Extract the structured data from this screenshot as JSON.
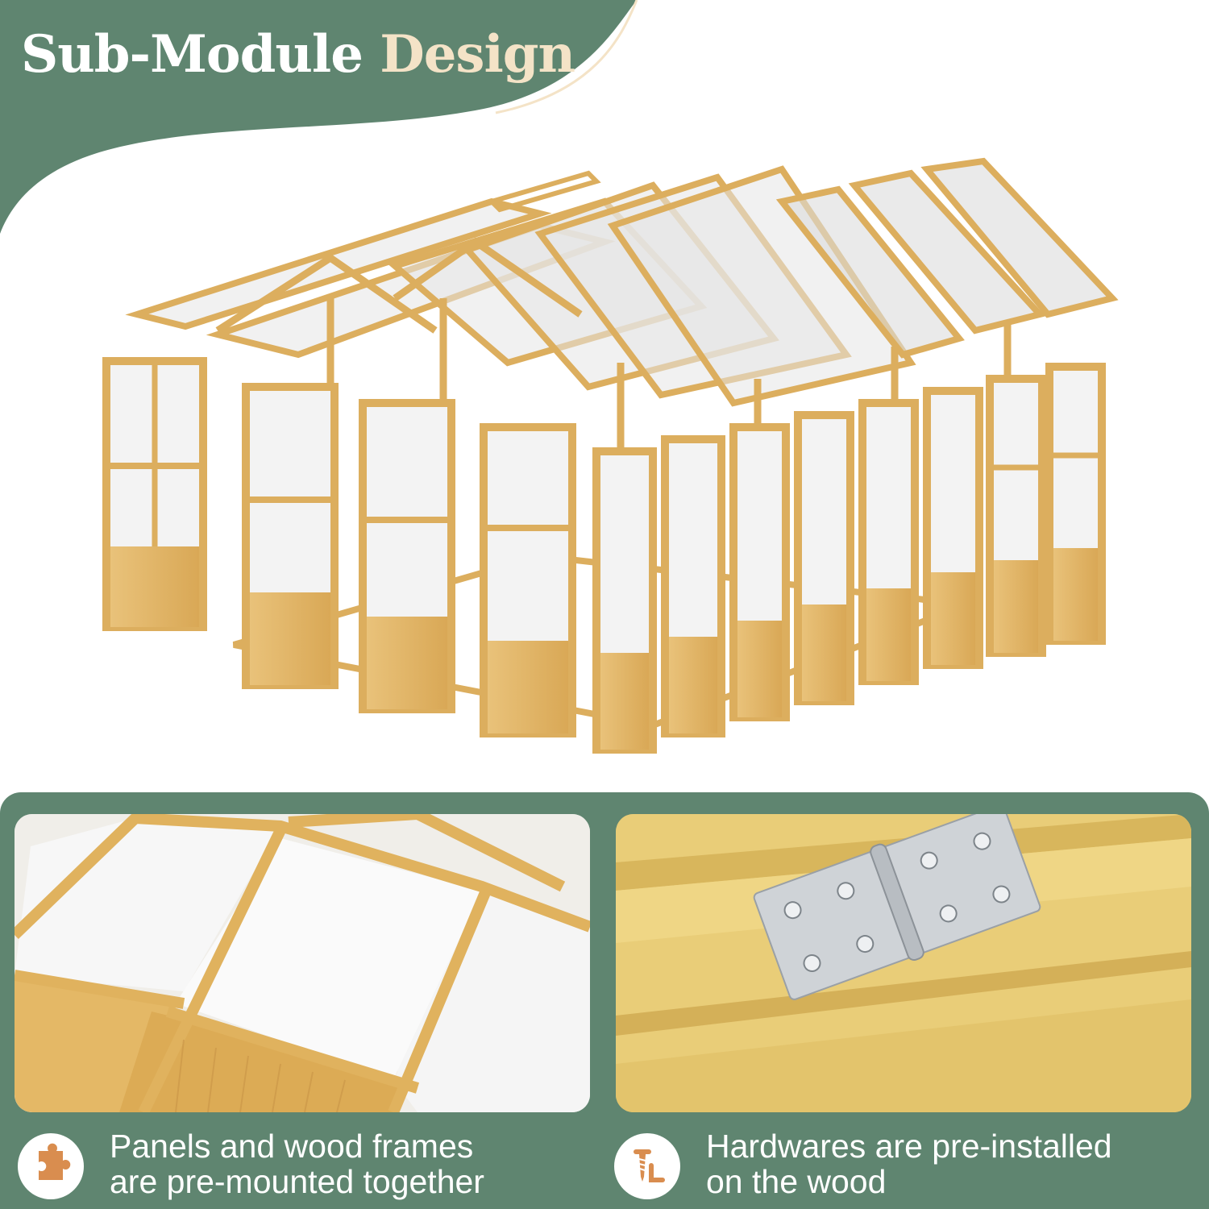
{
  "header": {
    "title_part1": "Sub-Module",
    "title_part2": "Design"
  },
  "features": [
    {
      "icon": "puzzle-icon",
      "line1": "Panels and wood frames",
      "line2": "are pre-mounted together"
    },
    {
      "icon": "screw-wrench-icon",
      "line1": "Hardwares are pre-installed",
      "line2": "on the wood"
    }
  ],
  "colors": {
    "green": "#5f8570",
    "cream": "#f4e3c7",
    "wood": "#e2b65e",
    "icon_orange": "#d98d4f"
  }
}
